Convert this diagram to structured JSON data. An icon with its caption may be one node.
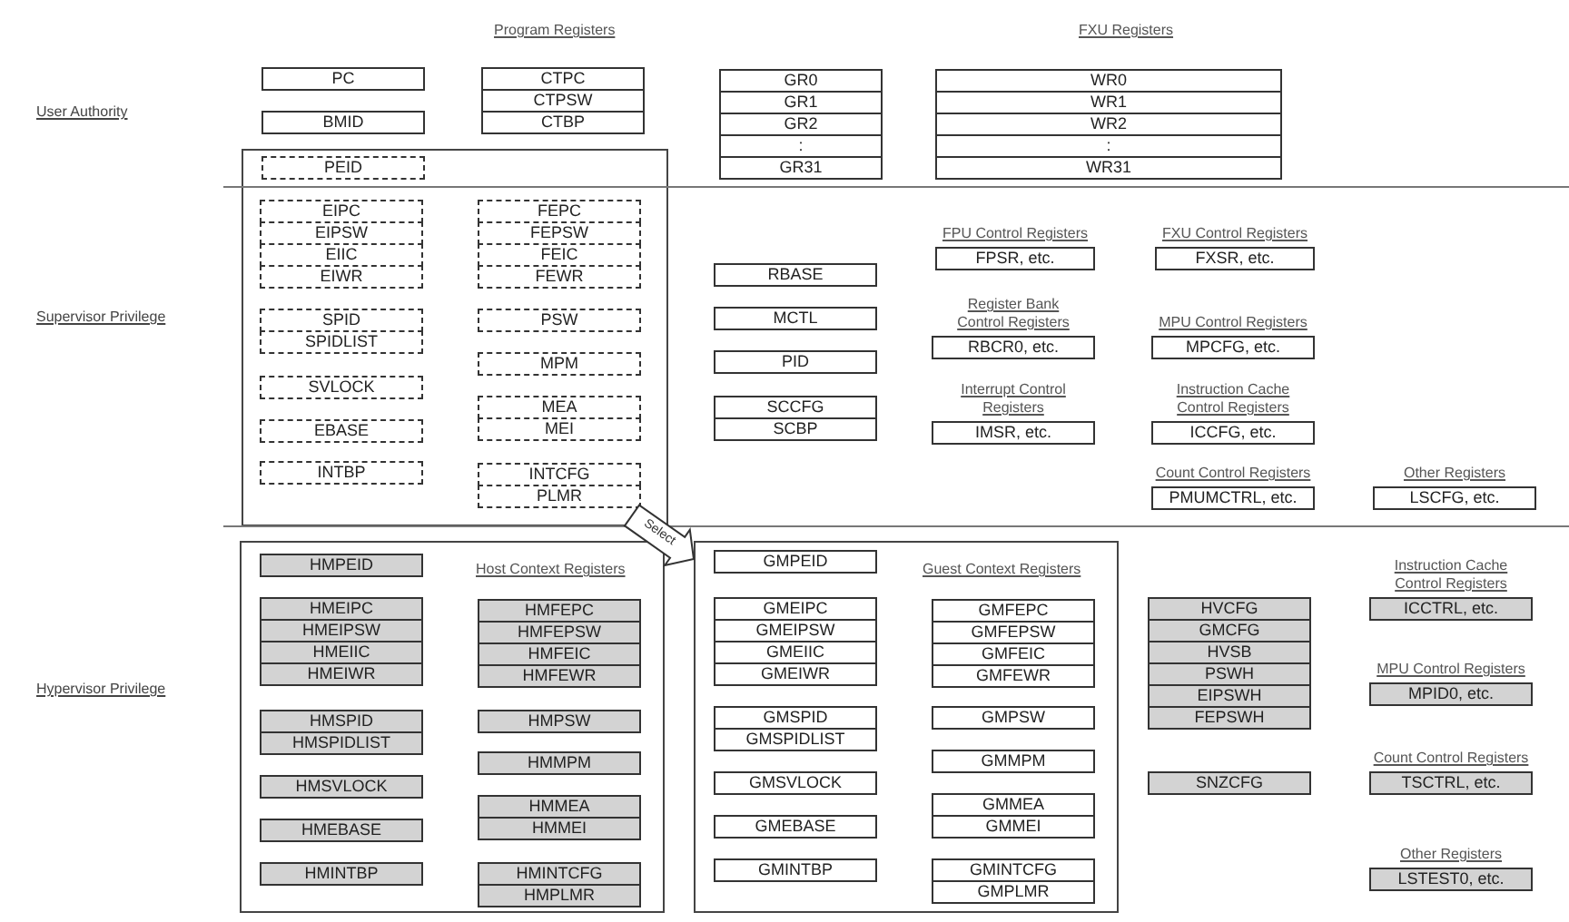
{
  "diagram": {
    "nodes": [
      {
        "text": [
          "PC"
        ]
      },
      {
        "text": [
          "BMID"
        ]
      },
      {
        "text": [
          "CTPC"
        ]
      },
      {
        "text": [
          "CTPSW"
        ]
      },
      {
        "text": [
          "CTBP"
        ]
      },
      {
        "text": [
          "GR0"
        ]
      },
      {
        "text": [
          "GR1"
        ]
      },
      {
        "text": [
          "GR2"
        ]
      },
      {
        "text": [
          ":"
        ]
      },
      {
        "text": [
          "GR31"
        ]
      },
      {
        "text": [
          "WR0"
        ]
      },
      {
        "text": [
          "WR1"
        ]
      },
      {
        "text": [
          "WR2"
        ]
      },
      {
        "text": [
          ":"
        ]
      },
      {
        "text": [
          "WR31"
        ]
      },
      {
        "text": [],
        "shape": "box"
      },
      {
        "text": [
          "PEID"
        ],
        "in": 15
      },
      {
        "text": [
          "EIPC"
        ],
        "in": 15
      },
      {
        "text": [
          "EIPSW"
        ],
        "in": 15
      },
      {
        "text": [
          "EIIC"
        ],
        "in": 15
      },
      {
        "text": [
          "EIWR"
        ],
        "in": 15
      },
      {
        "text": [
          "SPID"
        ],
        "in": 15
      },
      {
        "text": [
          "SPIDLIST"
        ],
        "in": 15
      },
      {
        "text": [
          "SVLOCK"
        ],
        "in": 15
      },
      {
        "text": [
          "EBASE"
        ],
        "in": 15
      },
      {
        "text": [
          "INTBP"
        ],
        "in": 15
      },
      {
        "text": [
          "FEPC"
        ],
        "in": 15
      },
      {
        "text": [
          "FEPSW"
        ],
        "in": 15
      },
      {
        "text": [
          "FEIC"
        ],
        "in": 15
      },
      {
        "text": [
          "FEWR"
        ],
        "in": 15
      },
      {
        "text": [
          "PSW"
        ],
        "in": 15
      },
      {
        "text": [
          "MPM"
        ],
        "in": 15
      },
      {
        "text": [
          "MEA"
        ],
        "in": 15
      },
      {
        "text": [
          "MEI"
        ],
        "in": 15
      },
      {
        "text": [
          "INTCFG"
        ],
        "in": 15
      },
      {
        "text": [
          "PLMR"
        ],
        "in": 15
      },
      {
        "text": [
          "RBASE"
        ]
      },
      {
        "text": [
          "MCTL"
        ]
      },
      {
        "text": [
          "PID"
        ]
      },
      {
        "text": [
          "SCCFG"
        ]
      },
      {
        "text": [
          "SCBP"
        ]
      },
      {
        "text": [
          "FPSR, etc."
        ],
        "beside": [
          "FPU Control Registers"
        ]
      },
      {
        "text": [
          "FXSR, etc."
        ],
        "beside": [
          "FXU Control Registers"
        ]
      },
      {
        "text": [
          "RBCR0, etc."
        ],
        "beside": [
          "Register Bank Control Registers"
        ]
      },
      {
        "text": [
          "MPCFG, etc."
        ],
        "beside": [
          "MPU Control Registers"
        ]
      },
      {
        "text": [
          "IMSR, etc."
        ],
        "beside": [
          "Interrupt Control Registers"
        ]
      },
      {
        "text": [
          "ICCFG, etc."
        ],
        "beside": [
          "Instruction Cache Control Registers"
        ]
      },
      {
        "text": [
          "PMUMCTRL, etc."
        ],
        "beside": [
          "Count Control Registers"
        ]
      },
      {
        "text": [
          "LSCFG, etc."
        ],
        "beside": [
          "Other Registers"
        ]
      },
      {
        "text": [
          "Host Context Registers"
        ]
      },
      {
        "text": [
          "HMPEID"
        ],
        "in": 49
      },
      {
        "text": [
          "HMEIPC"
        ],
        "in": 49
      },
      {
        "text": [
          "HMEIPSW"
        ],
        "in": 49
      },
      {
        "text": [
          "HMEIIC"
        ],
        "in": 49
      },
      {
        "text": [
          "HMEIWR"
        ],
        "in": 49
      },
      {
        "text": [
          "HMSPID"
        ],
        "in": 49
      },
      {
        "text": [
          "HMSPIDLIST"
        ],
        "in": 49
      },
      {
        "text": [
          "HMSVLOCK"
        ],
        "in": 49
      },
      {
        "text": [
          "HMEBASE"
        ],
        "in": 49
      },
      {
        "text": [
          "HMINTBP"
        ],
        "in": 49
      },
      {
        "text": [
          "HMFEPC"
        ],
        "in": 49
      },
      {
        "text": [
          "HMFEPSW"
        ],
        "in": 49
      },
      {
        "text": [
          "HMFEIC"
        ],
        "in": 49
      },
      {
        "text": [
          "HMFEWR"
        ],
        "in": 49
      },
      {
        "text": [
          "HMPSW"
        ],
        "in": 49
      },
      {
        "text": [
          "HMMPM"
        ],
        "in": 49
      },
      {
        "text": [
          "HMMEA"
        ],
        "in": 49
      },
      {
        "text": [
          "HMMEI"
        ],
        "in": 49
      },
      {
        "text": [
          "HMINTCFG"
        ],
        "in": 49
      },
      {
        "text": [
          "HMPLMR"
        ],
        "in": 49
      },
      {
        "text": [
          "Guest Context Registers"
        ]
      },
      {
        "text": [
          "GMPEID"
        ],
        "in": 70
      },
      {
        "text": [
          "GMEIPC"
        ],
        "in": 70
      },
      {
        "text": [
          "GMEIPSW"
        ],
        "in": 70
      },
      {
        "text": [
          "GMEIIC"
        ],
        "in": 70
      },
      {
        "text": [
          "GMEIWR"
        ],
        "in": 70
      },
      {
        "text": [
          "GMSPID"
        ],
        "in": 70
      },
      {
        "text": [
          "GMSPIDLIST"
        ],
        "in": 70
      },
      {
        "text": [
          "GMSVLOCK"
        ],
        "in": 70
      },
      {
        "text": [
          "GMEBASE"
        ],
        "in": 70
      },
      {
        "text": [
          "GMINTBP"
        ],
        "in": 70
      },
      {
        "text": [
          "GMFEPC"
        ],
        "in": 70
      },
      {
        "text": [
          "GMFEPSW"
        ],
        "in": 70
      },
      {
        "text": [
          "GMFEIC"
        ],
        "in": 70
      },
      {
        "text": [
          "GMFEWR"
        ],
        "in": 70
      },
      {
        "text": [
          "GMPSW"
        ],
        "in": 70
      },
      {
        "text": [
          "GMMPM"
        ],
        "in": 70
      },
      {
        "text": [
          "GMMEA"
        ],
        "in": 70
      },
      {
        "text": [
          "GMMEI"
        ],
        "in": 70
      },
      {
        "text": [
          "GMINTCFG"
        ],
        "in": 70
      },
      {
        "text": [
          "GMPLMR"
        ],
        "in": 70
      },
      {
        "text": [
          "HVCFG"
        ]
      },
      {
        "text": [
          "GMCFG"
        ]
      },
      {
        "text": [
          "HVSB"
        ]
      },
      {
        "text": [
          "PSWH"
        ]
      },
      {
        "text": [
          "EIPSWH"
        ]
      },
      {
        "text": [
          "FEPSWH"
        ]
      },
      {
        "text": [
          "SNZCFG"
        ]
      },
      {
        "text": [
          "ICCTRL, etc."
        ],
        "beside": [
          "Instruction Cache Control Registers"
        ]
      },
      {
        "text": [
          "MPID0, etc."
        ],
        "beside": [
          "MPU Control Registers"
        ]
      },
      {
        "text": [
          "TSCTRL, etc."
        ],
        "beside": [
          "Count Control Registers"
        ]
      },
      {
        "text": [
          "LSTEST0, etc."
        ],
        "beside": [
          "Other Registers"
        ]
      }
    ],
    "edges": [
      {
        "from": 15,
        "to": 70,
        "arrow": "to",
        "label": "Select",
        "style": "thick"
      }
    ],
    "labels": [
      "Program Registers",
      "FXU Registers",
      "User Authority",
      "Supervisor Privilege",
      "Hypervisor Privilege"
    ]
  }
}
